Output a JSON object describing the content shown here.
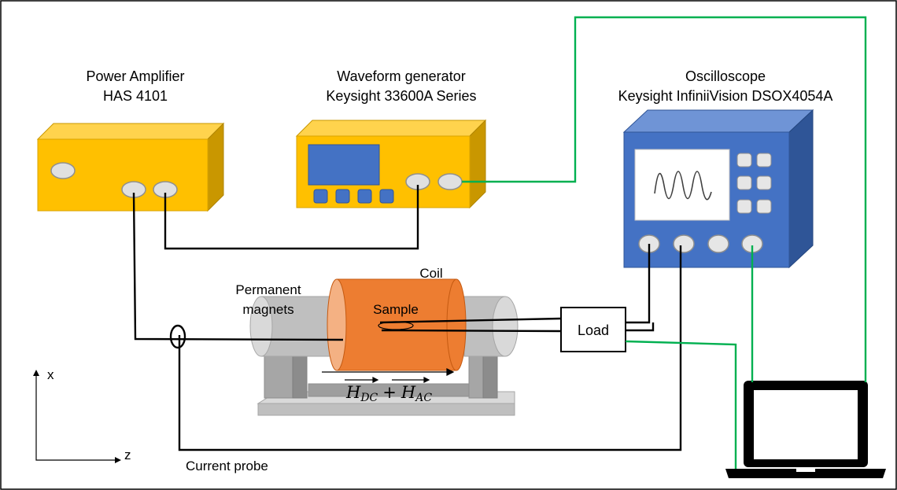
{
  "labels": {
    "power_amplifier_name": "Power Amplifier",
    "power_amplifier_model": "HAS 4101",
    "waveform_generator_name": "Waveform generator",
    "waveform_generator_model": "Keysight 33600A Series",
    "oscilloscope_name": "Oscilloscope",
    "oscilloscope_model": "Keysight InfiniiVision DSOX4054A",
    "permanent_magnets_line1": "Permanent",
    "permanent_magnets_line2": "magnets",
    "coil": "Coil",
    "sample": "Sample",
    "load": "Load",
    "current_probe": "Current probe",
    "axis_x": "x",
    "axis_z": "z"
  },
  "formula": {
    "h_symbol": "H",
    "dc_subscript": "DC",
    "ac_subscript": "AC",
    "plus": "+"
  },
  "colors": {
    "amplifier_yellow": "#FFC000",
    "amplifier_side": "#C99700",
    "oscilloscope_blue": "#4472C4",
    "oscilloscope_side": "#2F5597",
    "coil_orange": "#ED7D31",
    "magnet_gray": "#BFBFBF",
    "green_wire": "#00B050",
    "black_wire": "#000000"
  }
}
